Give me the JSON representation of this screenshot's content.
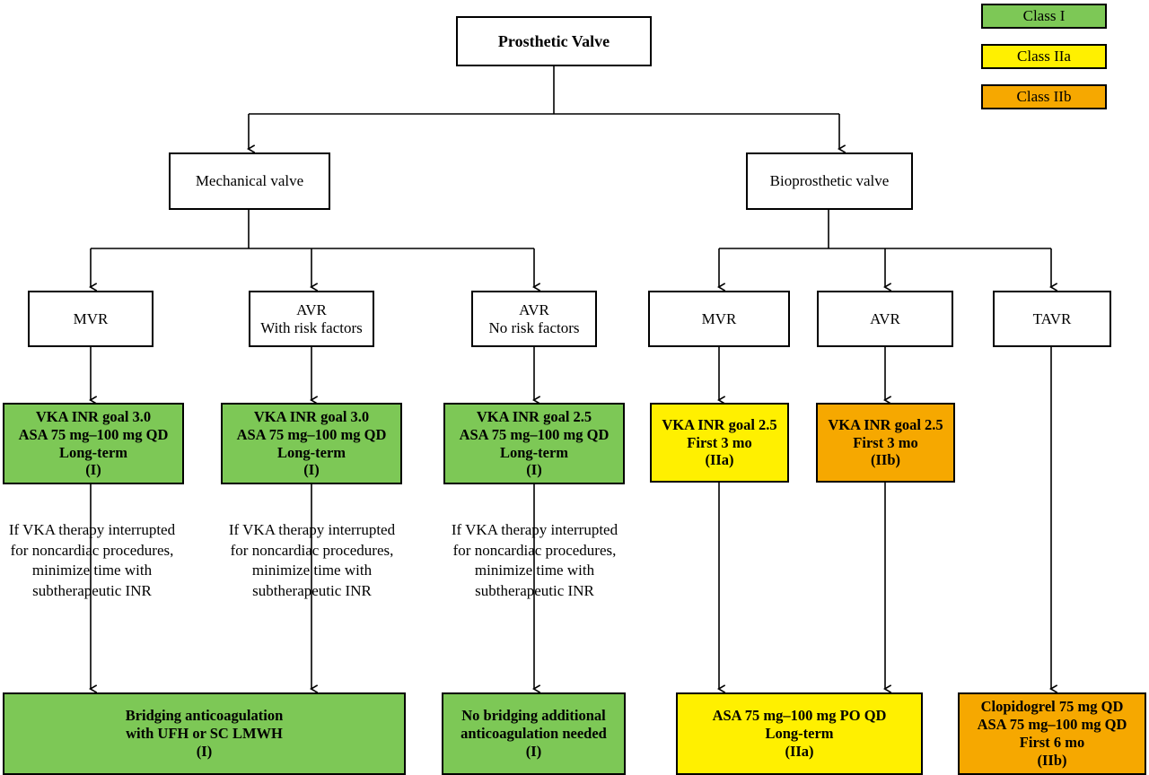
{
  "diagram": {
    "title": "Prosthetic Valve anticoagulation algorithm",
    "colors": {
      "class_i": "#7DC856",
      "class_iia": "#FFF000",
      "class_iib": "#F6A800",
      "stroke": "#000000",
      "background": "#FFFFFF"
    }
  },
  "legend": {
    "items": [
      {
        "label": "Class I",
        "class": "classI"
      },
      {
        "label": "Class IIa",
        "class": "classIIa"
      },
      {
        "label": "Class IIb",
        "class": "classIIb"
      }
    ]
  },
  "nodes": {
    "root": {
      "lines": [
        "Prosthetic Valve"
      ]
    },
    "mechanical": {
      "lines": [
        "Mechanical valve"
      ]
    },
    "bioprosthetic": {
      "lines": [
        "Bioprosthetic valve"
      ]
    },
    "mech_mvr": {
      "lines": [
        "MVR"
      ]
    },
    "mech_avr_risk": {
      "lines": [
        "AVR",
        "With risk factors"
      ]
    },
    "mech_avr_norisk": {
      "lines": [
        "AVR",
        "No risk factors"
      ]
    },
    "bio_mvr": {
      "lines": [
        "MVR"
      ]
    },
    "bio_avr": {
      "lines": [
        "AVR"
      ]
    },
    "bio_tavr": {
      "lines": [
        "TAVR"
      ]
    },
    "treat_mech_mvr": {
      "lines": [
        "VKA INR goal 3.0",
        "ASA 75 mg–100 mg QD",
        "Long-term",
        "(I)"
      ],
      "class": "classI"
    },
    "treat_mech_avr_risk": {
      "lines": [
        "VKA INR goal 3.0",
        "ASA 75 mg–100 mg QD",
        "Long-term",
        "(I)"
      ],
      "class": "classI"
    },
    "treat_mech_avr_norisk": {
      "lines": [
        "VKA INR goal 2.5",
        "ASA 75 mg–100 mg QD",
        "Long-term",
        "(I)"
      ],
      "class": "classI"
    },
    "treat_bio_mvr": {
      "lines": [
        "VKA INR goal 2.5",
        "First 3 mo",
        "(IIa)"
      ],
      "class": "classIIa"
    },
    "treat_bio_avr": {
      "lines": [
        "VKA INR goal 2.5",
        "First 3 mo",
        "(IIb)"
      ],
      "class": "classIIb"
    },
    "bottom_bridging": {
      "lines": [
        "Bridging anticoagulation",
        "with UFH or SC LMWH",
        "(I)"
      ],
      "class": "classI"
    },
    "bottom_no_bridging": {
      "lines": [
        "No bridging additional",
        "anticoagulation needed",
        "(I)"
      ],
      "class": "classI"
    },
    "bottom_asa": {
      "lines": [
        "ASA 75 mg–100 mg PO QD",
        "Long-term",
        "(IIa)"
      ],
      "class": "classIIa"
    },
    "bottom_clopidogrel": {
      "lines": [
        "Clopidogrel 75 mg QD",
        "ASA 75 mg–100 mg QD",
        "First 6 mo",
        "(IIb)"
      ],
      "class": "classIIb"
    }
  },
  "notes": {
    "note_mvr": {
      "lines": [
        "If VKA therapy interrupted",
        "for noncardiac procedures,",
        "minimize time with",
        "subtherapeutic INR"
      ]
    },
    "note_avr_risk": {
      "lines": [
        "If VKA therapy interrupted",
        "for noncardiac procedures,",
        "minimize time with",
        "subtherapeutic INR"
      ]
    },
    "note_avr_norisk": {
      "lines": [
        "If VKA therapy interrupted",
        "for noncardiac procedures,",
        "minimize time with",
        "subtherapeutic INR"
      ]
    }
  }
}
